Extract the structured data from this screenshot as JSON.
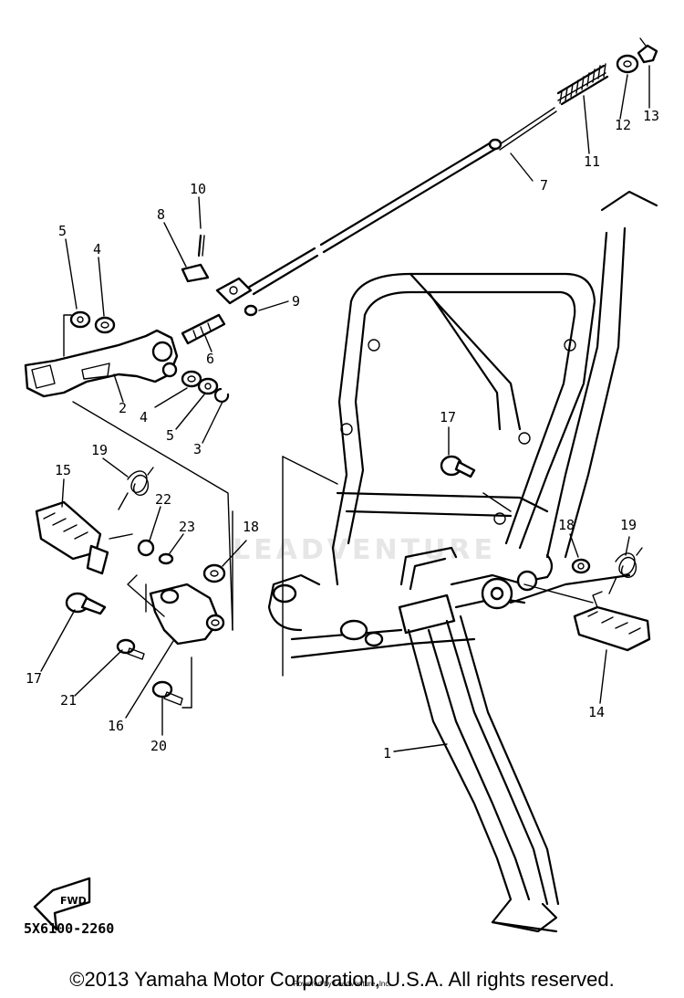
{
  "diagram": {
    "code": "5X6100-2260",
    "fwd_label": "FWD",
    "watermark": "LEADVENTURE",
    "callouts": [
      {
        "id": "c1",
        "label": "1"
      },
      {
        "id": "c2",
        "label": "2"
      },
      {
        "id": "c3",
        "label": "3"
      },
      {
        "id": "c4a",
        "label": "4"
      },
      {
        "id": "c4b",
        "label": "4"
      },
      {
        "id": "c5a",
        "label": "5"
      },
      {
        "id": "c5b",
        "label": "5"
      },
      {
        "id": "c6",
        "label": "6"
      },
      {
        "id": "c7",
        "label": "7"
      },
      {
        "id": "c8",
        "label": "8"
      },
      {
        "id": "c9",
        "label": "9"
      },
      {
        "id": "c10",
        "label": "10"
      },
      {
        "id": "c11",
        "label": "11"
      },
      {
        "id": "c12",
        "label": "12"
      },
      {
        "id": "c13",
        "label": "13"
      },
      {
        "id": "c14",
        "label": "14"
      },
      {
        "id": "c15",
        "label": "15"
      },
      {
        "id": "c16",
        "label": "16"
      },
      {
        "id": "c17a",
        "label": "17"
      },
      {
        "id": "c17b",
        "label": "17"
      },
      {
        "id": "c18a",
        "label": "18"
      },
      {
        "id": "c18b",
        "label": "18"
      },
      {
        "id": "c19a",
        "label": "19"
      },
      {
        "id": "c19b",
        "label": "19"
      },
      {
        "id": "c20",
        "label": "20"
      },
      {
        "id": "c21",
        "label": "21"
      },
      {
        "id": "c22",
        "label": "22"
      },
      {
        "id": "c23",
        "label": "23"
      }
    ]
  },
  "footer": {
    "copyright": "©2013 Yamaha Motor Corporation, U.S.A. All rights reserved.",
    "subnote": "Powered by LeadVenture, Inc."
  }
}
